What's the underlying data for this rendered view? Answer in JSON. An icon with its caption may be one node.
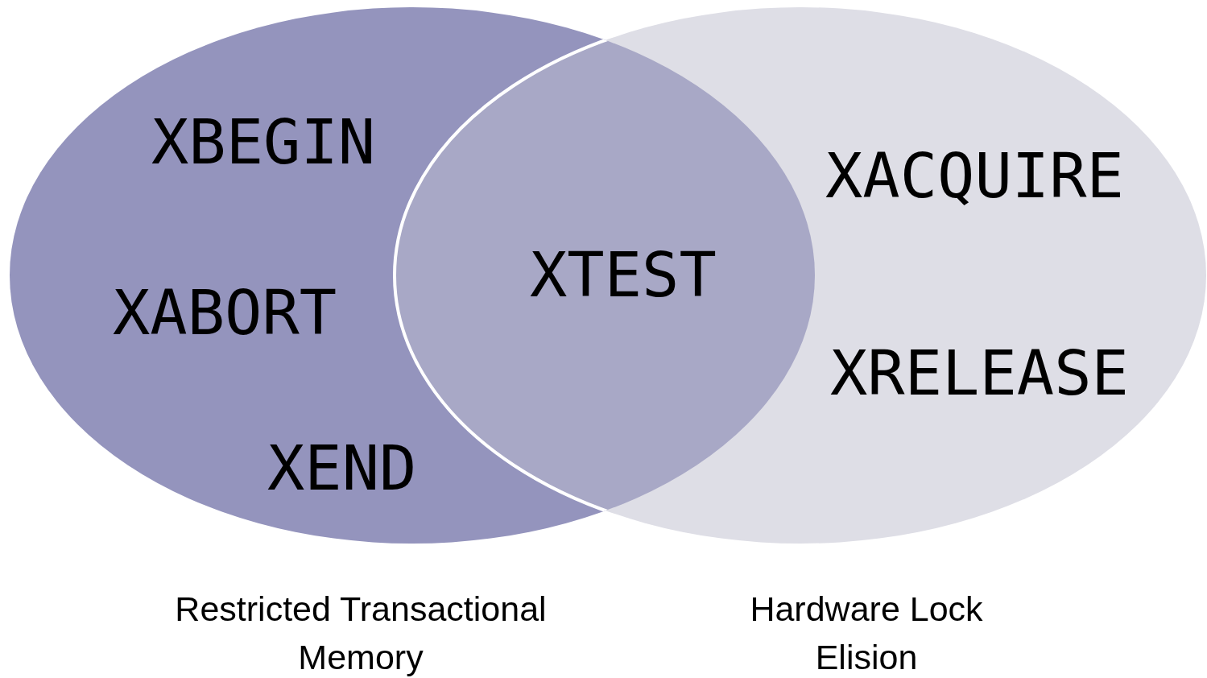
{
  "diagram": {
    "nodes": [
      {
        "text": [
          "XBEGIN",
          "XABORT",
          "XEND"
        ],
        "beside": [
          "Restricted Transactional Memory"
        ]
      },
      {
        "text": [
          "XACQUIRE",
          "XRELEASE"
        ],
        "beside": [
          "Hardware Lock Elision"
        ]
      }
    ],
    "labels": [
      "XTEST"
    ]
  }
}
